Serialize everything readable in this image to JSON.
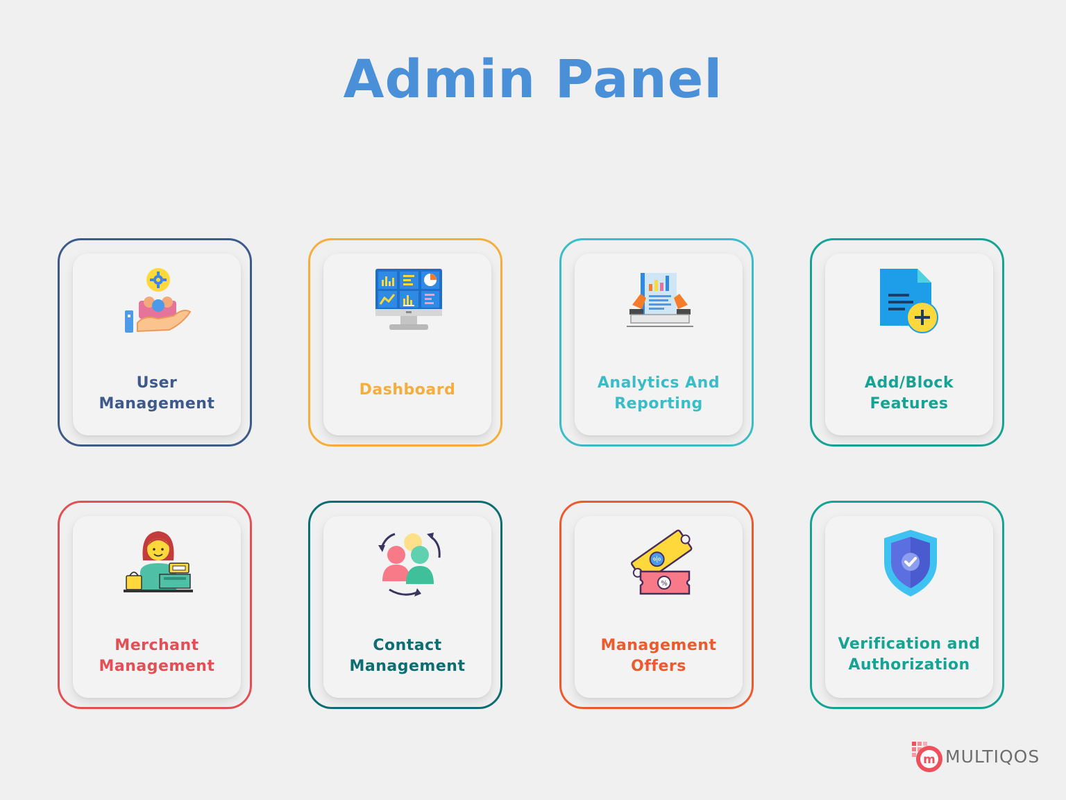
{
  "page": {
    "title": "Admin Panel",
    "title_color": "#4a90d9",
    "background": "#f0f0f0"
  },
  "cards": [
    {
      "id": "user-management",
      "lines": [
        "User",
        "Management"
      ],
      "color": "#3d5a8a",
      "icon": "user-management-icon"
    },
    {
      "id": "dashboard",
      "lines": [
        "Dashboard"
      ],
      "color": "#f5ad3c",
      "icon": "dashboard-monitor-icon"
    },
    {
      "id": "analytics-and-reporting",
      "lines": [
        "Analytics And",
        "Reporting"
      ],
      "color": "#3bbcc7",
      "icon": "analytics-report-icon"
    },
    {
      "id": "add-block-features",
      "lines": [
        "Add/Block",
        "Features"
      ],
      "color": "#16a394",
      "icon": "add-document-icon"
    },
    {
      "id": "merchant-management",
      "lines": [
        "Merchant",
        "Management"
      ],
      "color": "#e25055",
      "icon": "merchant-cashier-icon"
    },
    {
      "id": "contact-management",
      "lines": [
        "Contact",
        "Management"
      ],
      "color": "#0c6e73",
      "icon": "contact-people-cycle-icon"
    },
    {
      "id": "management-offers",
      "lines": [
        "Management",
        "Offers"
      ],
      "color": "#ec5a2e",
      "icon": "discount-coupon-icon"
    },
    {
      "id": "verification-and-authorization",
      "lines": [
        "Verification and",
        "Authorization"
      ],
      "color": "#16a394",
      "icon": "shield-check-icon"
    }
  ],
  "brand": {
    "name": "MULTIQOS",
    "mark_color": "#f0505a",
    "icon": "multiqos-logo-icon"
  }
}
